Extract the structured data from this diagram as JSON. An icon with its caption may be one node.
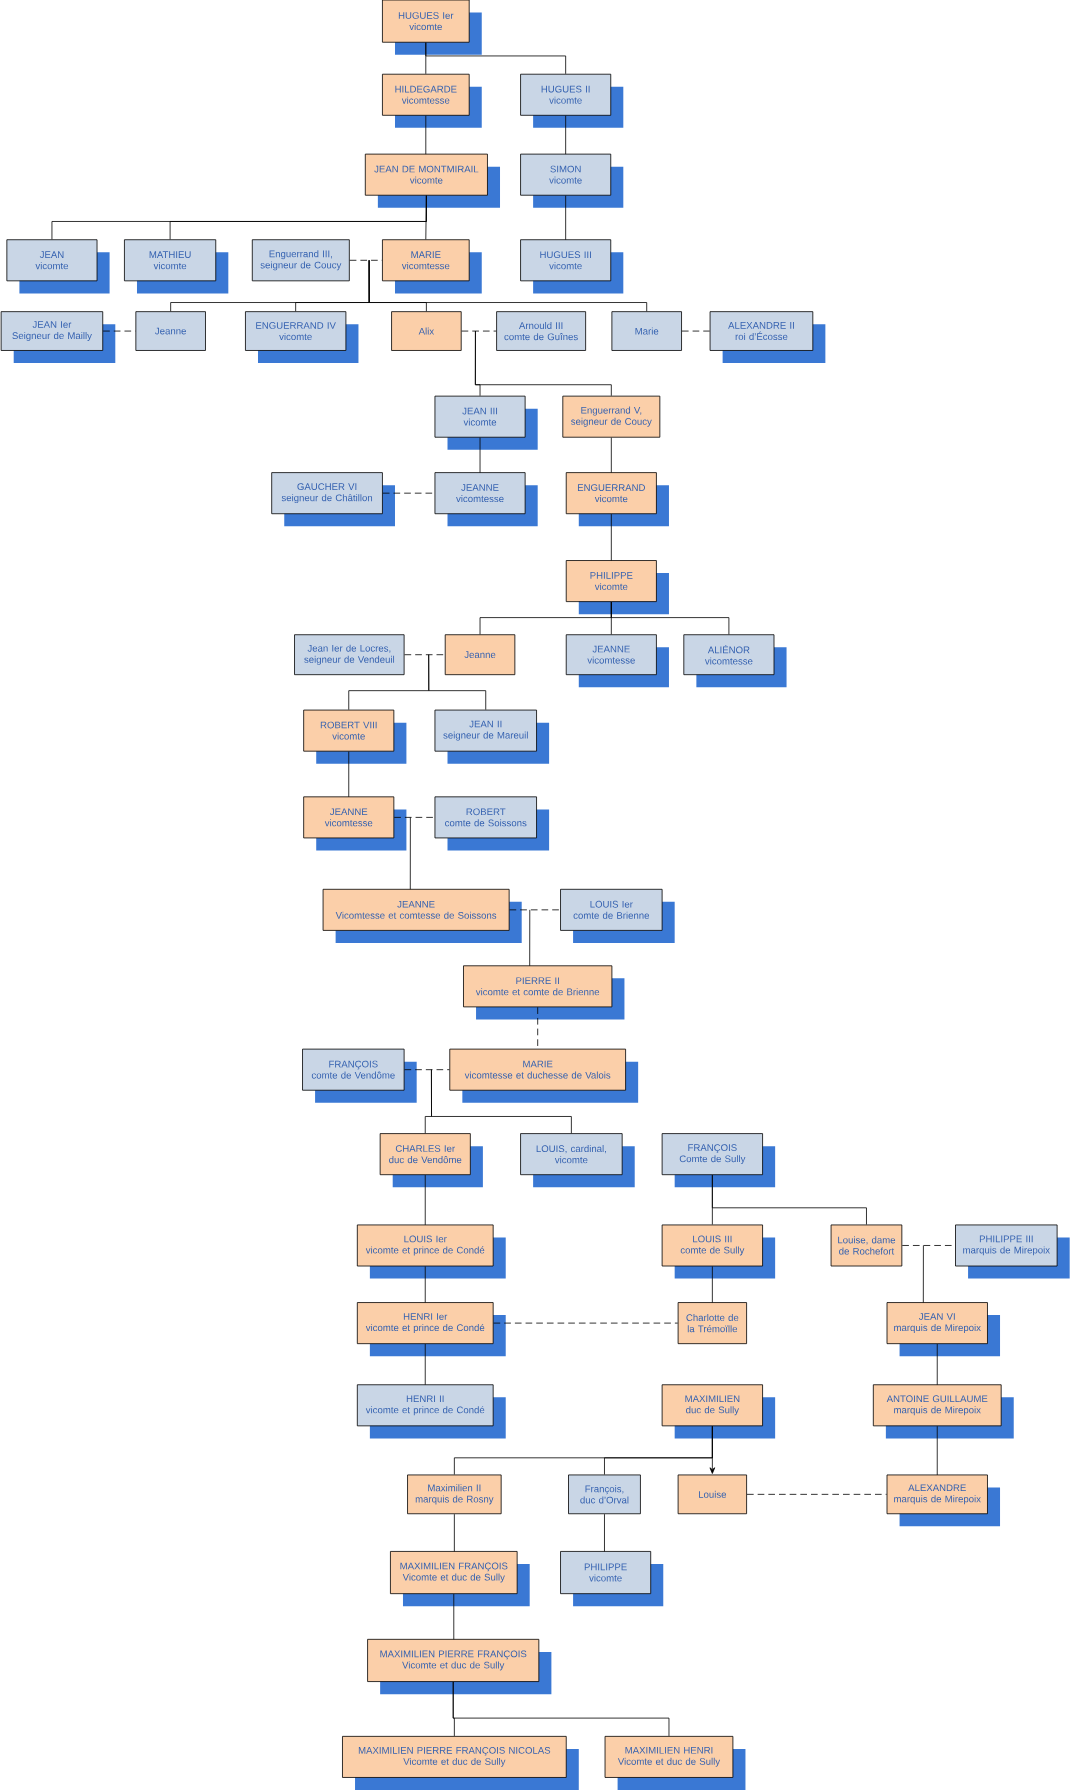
{
  "diagram": {
    "nodes": [
      {
        "text": [
          "HUGUES Ier",
          "vicomte"
        ]
      },
      {
        "text": [
          "HILDEGARDE",
          "vicomtesse"
        ]
      },
      {
        "text": [
          "HUGUES II",
          "vicomte"
        ]
      },
      {
        "text": [
          "JEAN DE MONTMIRAIL",
          "vicomte"
        ]
      },
      {
        "text": [
          "SIMON",
          "vicomte"
        ]
      },
      {
        "text": [
          "JEAN",
          "vicomte"
        ]
      },
      {
        "text": [
          "MATHIEU",
          "vicomte"
        ]
      },
      {
        "text": [
          "Enguerrand III,",
          "seigneur de Coucy"
        ]
      },
      {
        "text": [
          "MARIE",
          "vicomtesse"
        ]
      },
      {
        "text": [
          "HUGUES III",
          "vicomte"
        ]
      },
      {
        "text": [
          "JEAN Ier",
          "Seigneur de Mailly"
        ]
      },
      {
        "text": [
          "Jeanne"
        ]
      },
      {
        "text": [
          "ENGUERRAND IV",
          "vicomte"
        ]
      },
      {
        "text": [
          "Alix"
        ]
      },
      {
        "text": [
          "Arnould III",
          "comte de Guînes"
        ]
      },
      {
        "text": [
          "Marie"
        ]
      },
      {
        "text": [
          "ALEXANDRE II",
          "roi d’Écosse"
        ]
      },
      {
        "text": [
          "JEAN III",
          "vicomte"
        ]
      },
      {
        "text": [
          "Enguerrand V,",
          "seigneur de Coucy"
        ]
      },
      {
        "text": [
          "GAUCHER VI",
          "seigneur de Châtillon"
        ]
      },
      {
        "text": [
          "JEANNE",
          "vicomtesse"
        ]
      },
      {
        "text": [
          "ENGUERRAND",
          "vicomte"
        ]
      },
      {
        "text": [
          "PHILIPPE",
          "vicomte"
        ]
      },
      {
        "text": [
          "Jean Ier de Locres,",
          "seigneur de Vendeuil"
        ]
      },
      {
        "text": [
          "Jeanne"
        ]
      },
      {
        "text": [
          "JEANNE",
          "vicomtesse"
        ]
      },
      {
        "text": [
          "ALIÉNOR",
          "vicomtesse"
        ]
      },
      {
        "text": [
          "ROBERT VIII",
          "vicomte"
        ]
      },
      {
        "text": [
          "JEAN II",
          "seigneur de Mareuil"
        ]
      },
      {
        "text": [
          "JEANNE",
          "vicomtesse"
        ]
      },
      {
        "text": [
          "ROBERT",
          "comte de Soissons"
        ]
      },
      {
        "text": [
          "JEANNE",
          "Vicomtesse et comtesse de Soissons"
        ]
      },
      {
        "text": [
          "LOUIS Ier",
          "comte de Brienne"
        ]
      },
      {
        "text": [
          "PIERRE II",
          "vicomte et comte de Brienne"
        ]
      },
      {
        "text": [
          "FRANÇOIS",
          "comte de Vendôme"
        ]
      },
      {
        "text": [
          "MARIE",
          "vicomtesse et duchesse de Valois"
        ]
      },
      {
        "text": [
          "CHARLES Ier",
          "duc de Vendôme"
        ]
      },
      {
        "text": [
          "LOUIS, cardinal,",
          "vicomte"
        ]
      },
      {
        "text": [
          "FRANÇOIS",
          "Comte de Sully"
        ]
      },
      {
        "text": [
          "LOUIS Ier",
          "vicomte et prince de Condé"
        ]
      },
      {
        "text": [
          "LOUIS III",
          "comte de Sully"
        ]
      },
      {
        "text": [
          "Louise, dame de Rochefort"
        ]
      },
      {
        "text": [
          "PHILIPPE III",
          "marquis de Mirepoix"
        ]
      },
      {
        "text": [
          "HENRI Ier",
          "vicomte et prince de Condé"
        ]
      },
      {
        "text": [
          "Charlotte de la Trémoïlle"
        ]
      },
      {
        "text": [
          "JEAN VI",
          "marquis de Mirepoix"
        ]
      },
      {
        "text": [
          "HENRI II",
          "vicomte et prince de Condé"
        ]
      },
      {
        "text": [
          "MAXIMILIEN",
          "duc de Sully"
        ]
      },
      {
        "text": [
          "ANTOINE GUILLAUME",
          "marquis de Mirepoix"
        ]
      },
      {
        "text": [
          "Maximilien II",
          "marquis de Rosny"
        ]
      },
      {
        "text": [
          "François, duc d’Orval"
        ]
      },
      {
        "text": [
          "Louise"
        ]
      },
      {
        "text": [
          "ALEXANDRE",
          "marquis de Mirepoix"
        ]
      },
      {
        "text": [
          "MAXIMILIEN FRANÇOIS",
          "Vicomte et duc de Sully"
        ]
      },
      {
        "text": [
          "PHILIPPE",
          "vicomte"
        ]
      },
      {
        "text": [
          "MAXIMILIEN PIERRE FRANÇOIS",
          "Vicomte et duc de Sully"
        ]
      },
      {
        "text": [
          "MAXIMILIEN PIERRE FRANÇOIS NICOLAS",
          "Vicomte et duc de Sully"
        ]
      },
      {
        "text": [
          "MAXIMILIEN HENRI",
          "Vicomte et duc de Sully"
        ]
      }
    ],
    "edges": [
      {
        "from": 0,
        "to": 1,
        "arrow": "none"
      },
      {
        "from": 0,
        "to": 2,
        "arrow": "none"
      },
      {
        "from": 1,
        "to": 3,
        "arrow": "none"
      },
      {
        "from": 2,
        "to": 4,
        "arrow": "none"
      },
      {
        "from": 3,
        "to": 5,
        "arrow": "none"
      },
      {
        "from": 3,
        "to": 6,
        "arrow": "none"
      },
      {
        "from": 3,
        "to": 8,
        "arrow": "none"
      },
      {
        "from": 4,
        "to": 9,
        "arrow": "none"
      },
      {
        "from": 7,
        "to": 8,
        "arrow": "none",
        "style": "dashed"
      },
      {
        "from": 10,
        "to": 11,
        "arrow": "none",
        "style": "dashed"
      },
      {
        "from": 8,
        "to": 11,
        "arrow": "none"
      },
      {
        "from": 8,
        "to": 12,
        "arrow": "none"
      },
      {
        "from": 8,
        "to": 13,
        "arrow": "none"
      },
      {
        "from": 8,
        "to": 15,
        "arrow": "none"
      },
      {
        "from": 13,
        "to": 14,
        "arrow": "none",
        "style": "dashed"
      },
      {
        "from": 15,
        "to": 16,
        "arrow": "none",
        "style": "dashed"
      },
      {
        "from": 13,
        "to": 17,
        "arrow": "none"
      },
      {
        "from": 13,
        "to": 18,
        "arrow": "none"
      },
      {
        "from": 17,
        "to": 20,
        "arrow": "none"
      },
      {
        "from": 18,
        "to": 21,
        "arrow": "none"
      },
      {
        "from": 19,
        "to": 20,
        "arrow": "none",
        "style": "dashed"
      },
      {
        "from": 21,
        "to": 22,
        "arrow": "none"
      },
      {
        "from": 22,
        "to": 24,
        "arrow": "none"
      },
      {
        "from": 22,
        "to": 25,
        "arrow": "none"
      },
      {
        "from": 22,
        "to": 26,
        "arrow": "none"
      },
      {
        "from": 23,
        "to": 24,
        "arrow": "none",
        "style": "dashed"
      },
      {
        "from": 24,
        "to": 27,
        "arrow": "none"
      },
      {
        "from": 24,
        "to": 28,
        "arrow": "none"
      },
      {
        "from": 27,
        "to": 29,
        "arrow": "none"
      },
      {
        "from": 29,
        "to": 30,
        "arrow": "none",
        "style": "dashed"
      },
      {
        "from": 29,
        "to": 31,
        "arrow": "none"
      },
      {
        "from": 31,
        "to": 32,
        "arrow": "none",
        "style": "dashed"
      },
      {
        "from": 31,
        "to": 33,
        "arrow": "none"
      },
      {
        "from": 33,
        "to": 35,
        "arrow": "none",
        "style": "dashed"
      },
      {
        "from": 34,
        "to": 35,
        "arrow": "none",
        "style": "dashed"
      },
      {
        "from": 35,
        "to": 36,
        "arrow": "none"
      },
      {
        "from": 35,
        "to": 37,
        "arrow": "none"
      },
      {
        "from": 36,
        "to": 39,
        "arrow": "none"
      },
      {
        "from": 38,
        "to": 40,
        "arrow": "none"
      },
      {
        "from": 38,
        "to": 41,
        "arrow": "none"
      },
      {
        "from": 39,
        "to": 43,
        "arrow": "none"
      },
      {
        "from": 40,
        "to": 44,
        "arrow": "none"
      },
      {
        "from": 41,
        "to": 42,
        "arrow": "none",
        "style": "dashed"
      },
      {
        "from": 41,
        "to": 45,
        "arrow": "none"
      },
      {
        "from": 43,
        "to": 44,
        "arrow": "none",
        "style": "dashed"
      },
      {
        "from": 43,
        "to": 46,
        "arrow": "none"
      },
      {
        "from": 45,
        "to": 48,
        "arrow": "none"
      },
      {
        "from": 47,
        "to": 49,
        "arrow": "none"
      },
      {
        "from": 47,
        "to": 50,
        "arrow": "none"
      },
      {
        "from": 47,
        "to": 51,
        "arrow": "to"
      },
      {
        "from": 48,
        "to": 52,
        "arrow": "none"
      },
      {
        "from": 49,
        "to": 53,
        "arrow": "none"
      },
      {
        "from": 50,
        "to": 54,
        "arrow": "none"
      },
      {
        "from": 51,
        "to": 52,
        "arrow": "none",
        "style": "dashed"
      },
      {
        "from": 53,
        "to": 55,
        "arrow": "none"
      },
      {
        "from": 55,
        "to": 56,
        "arrow": "none"
      },
      {
        "from": 55,
        "to": 57,
        "arrow": "none"
      }
    ]
  }
}
